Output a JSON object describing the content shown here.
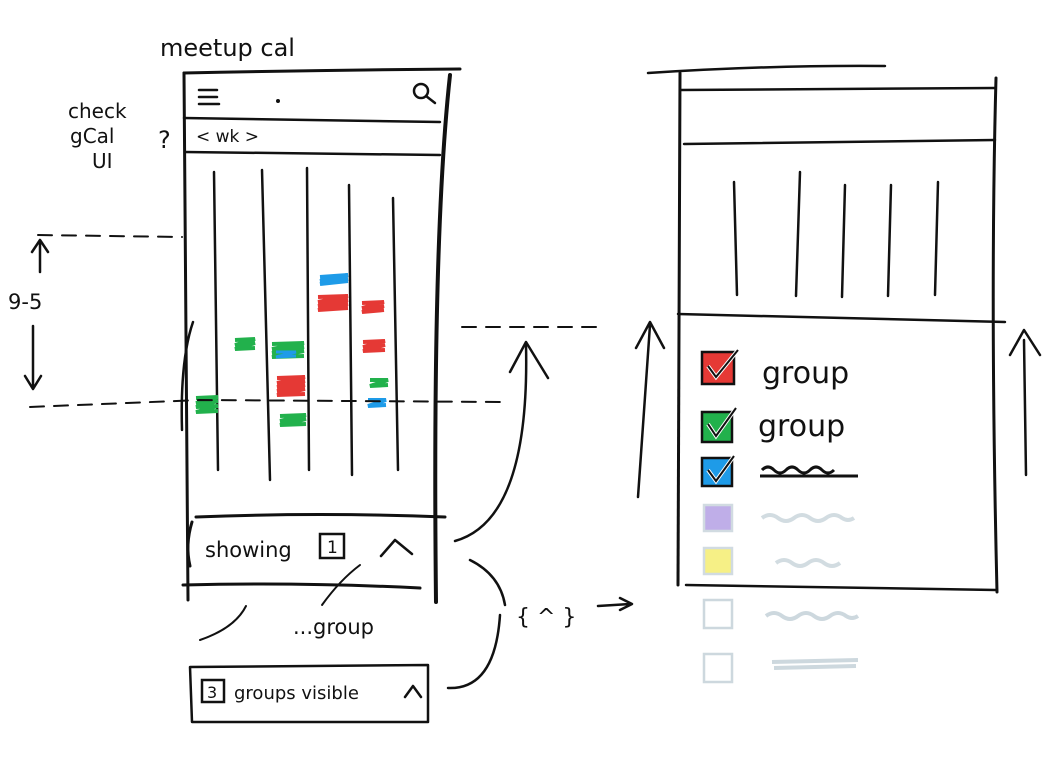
{
  "title": "meetup cal",
  "side_note": [
    "check",
    "gCal",
    "UI"
  ],
  "question_mark": "?",
  "week_nav": "< wk >",
  "hours_label": "9-5",
  "showing_label": "showing",
  "showing_count": "1",
  "group_annotation": "...group",
  "groups_visible_count": "3",
  "groups_visible_label": "groups visible",
  "brace_label": "{ ^ }",
  "groups": [
    {
      "label": "group",
      "color": "#e53935",
      "checked": true,
      "enabled": true
    },
    {
      "label": "group",
      "color": "#22b14c",
      "checked": true,
      "enabled": true
    },
    {
      "label": "",
      "color": "#1e9be8",
      "checked": true,
      "enabled": true,
      "struck": true
    },
    {
      "label": "",
      "color": "#b9a6e6",
      "checked": false,
      "enabled": false
    },
    {
      "label": "",
      "color": "#f6ef7a",
      "checked": false,
      "enabled": false
    },
    {
      "label": "",
      "color": "",
      "checked": false,
      "enabled": false
    },
    {
      "label": "",
      "color": "",
      "checked": false,
      "enabled": false
    }
  ],
  "colors": {
    "red": "#e53935",
    "green": "#22b14c",
    "blue": "#1e9be8",
    "purple": "#b9a6e6",
    "yellow": "#f6ef7a",
    "faded": "#cdd8de"
  }
}
